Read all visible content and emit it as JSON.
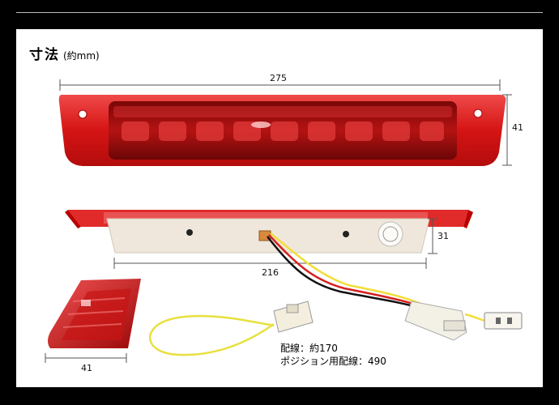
{
  "heading": {
    "main": "寸法",
    "sub": "(約mm)"
  },
  "dimensions": {
    "top_width": "275",
    "height_front": "41",
    "depth_side": "31",
    "bottom_width": "216",
    "cover_width": "41"
  },
  "notes": {
    "wiring": "配線：約170",
    "position_wiring": "ポジション用配線：490"
  },
  "colors": {
    "lamp_red": "#e11a1a",
    "lamp_dark": "#8e0b0b",
    "housing": "#f2ece2",
    "wire_yellow": "#f2e64a"
  }
}
